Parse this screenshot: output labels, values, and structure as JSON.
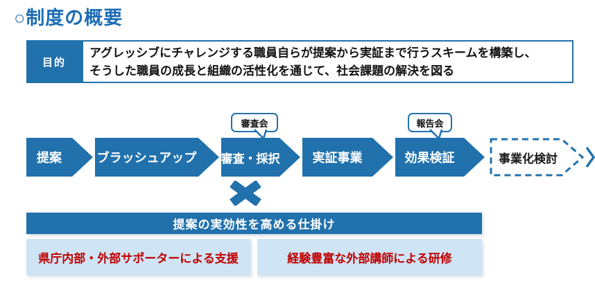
{
  "title": "○制度の概要",
  "purpose": {
    "label": "目的",
    "line1": "アグレッシブにチャレンジする職員自らが提案から実証まで行うスキームを構築し、",
    "line2": "そうした職員の成長と組織の活性化を通じて、社会課題の解決を図る"
  },
  "flow": {
    "steps": [
      {
        "label": "提案"
      },
      {
        "label": "ブラッシュアップ"
      },
      {
        "label": "審査・採択"
      },
      {
        "label": "実証事業"
      },
      {
        "label": "効果検証"
      },
      {
        "label": "事業化検討"
      }
    ],
    "callouts": [
      {
        "label": "審査会"
      },
      {
        "label": "報告会"
      }
    ]
  },
  "mechanism": {
    "header": "提案の実効性を高める仕掛け",
    "items": [
      {
        "label": "県庁内部・外部サポーターによる支援"
      },
      {
        "label": "経験豊富な外部講師による研修"
      }
    ]
  },
  "colors": {
    "primary_blue": "#2171ad",
    "title_blue": "#1e6db5",
    "light_blue": "#cfe4f5",
    "text_red": "#c00000",
    "text_black": "#111111",
    "white": "#ffffff"
  }
}
